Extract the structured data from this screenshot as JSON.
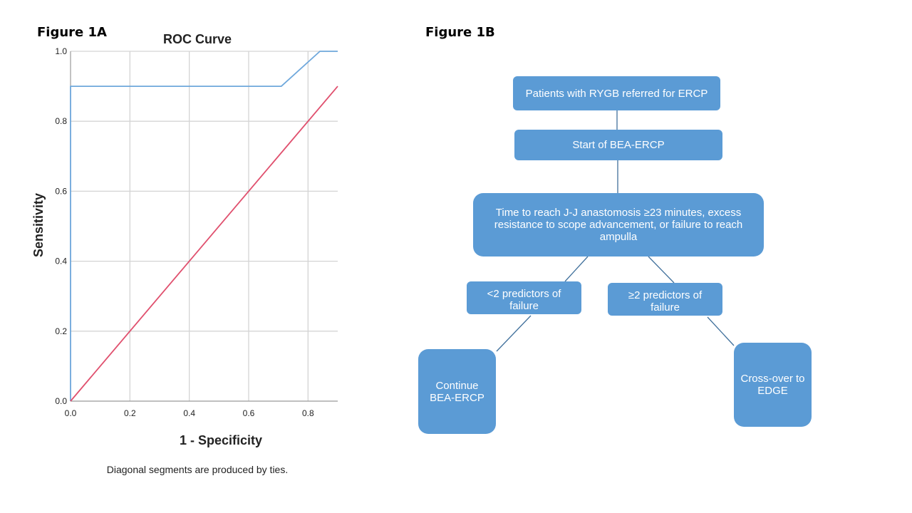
{
  "figure_a": {
    "label": "Figure 1A",
    "footnote": "Diagonal segments are produced by ties."
  },
  "figure_b": {
    "label": "Figure 1B",
    "nodes": {
      "start": "Patients with RYGB referred for ERCP",
      "bea": "Start of BEA-ERCP",
      "criteria": "Time to reach J-J anastomosis ≥23 minutes, excess resistance to scope advancement, or failure to reach ampulla",
      "lt2": "<2 predictors of failure",
      "ge2": "≥2 predictors of failure",
      "continue": "Continue BEA-ERCP",
      "crossover": "Cross-over to EDGE"
    },
    "box_color": "#5b9bd5",
    "connector_color": "#41719c"
  },
  "chart_data": {
    "type": "line",
    "title": "ROC Curve",
    "xlabel": "1 - Specificity",
    "ylabel": "Sensitivity",
    "xlim": [
      0,
      0.9
    ],
    "ylim": [
      0,
      1.0
    ],
    "xticks": [
      "0.0",
      "0.2",
      "0.4",
      "0.6",
      "0.8"
    ],
    "yticks": [
      "0.0",
      "0.2",
      "0.4",
      "0.6",
      "0.8",
      "1.0"
    ],
    "grid": true,
    "series": [
      {
        "name": "",
        "color": "#6fa8dc",
        "x": [
          0.0,
          0.0,
          0.71,
          0.84,
          0.9
        ],
        "y": [
          0.0,
          0.9,
          0.9,
          1.0,
          1.0
        ]
      },
      {
        "name": "",
        "color": "#e0506e",
        "x": [
          0.0,
          0.9
        ],
        "y": [
          0.0,
          0.9
        ]
      }
    ]
  }
}
